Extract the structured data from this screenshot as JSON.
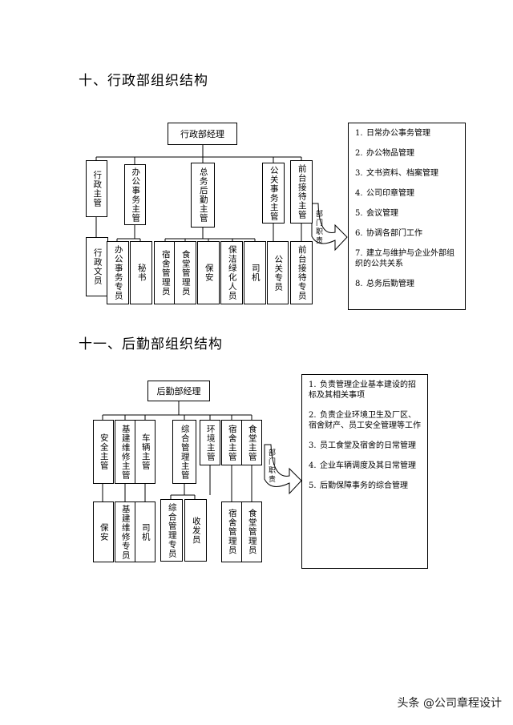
{
  "section1": {
    "heading": "十、行政部组织结构",
    "top": "行政部经理",
    "managers": [
      "行政主管",
      "办公事务主管",
      "总务后勤主管",
      "公关事务主管",
      "前台接待主管"
    ],
    "staff": [
      "行政文员",
      "办公事务专员",
      "秘书",
      "宿舍管理员",
      "食堂管理员",
      "保安",
      "保洁绿化人员",
      "司机",
      "公关专员",
      "前台接待专员"
    ],
    "arrow_label": "部门职责",
    "duties": [
      {
        "n": "1.",
        "text": "日常办公事务管理"
      },
      {
        "n": "2.",
        "text": "办公物品管理"
      },
      {
        "n": "3.",
        "text": "文书资料、档案管理"
      },
      {
        "n": "4.",
        "text": "公司印章管理"
      },
      {
        "n": "5.",
        "text": "会议管理"
      },
      {
        "n": "6.",
        "text": "协调各部门工作"
      },
      {
        "n": "7.",
        "text": "建立与维护与企业外部组织的公共关系"
      },
      {
        "n": "8.",
        "text": "总务后勤管理"
      }
    ]
  },
  "section2": {
    "heading": "十一、后勤部组织结构",
    "top": "后勤部经理",
    "managers": [
      "安全主管",
      "基建维修主管",
      "车辆主管",
      "综合管理主管",
      "环境主管",
      "宿舍主管",
      "食堂主管"
    ],
    "staff": [
      "保安",
      "基建维修专员",
      "司机",
      "综合管理专员",
      "收发员",
      "宿舍管理员",
      "食堂管理员"
    ],
    "arrow_label": "部门职责",
    "duties": [
      {
        "n": "1.",
        "text": "负责管理企业基本建设的招标及其相关事项"
      },
      {
        "n": "2.",
        "text": "负责企业环境卫生及厂区、宿舍财产、员工安全管理等工作"
      },
      {
        "n": "3.",
        "text": "员工食堂及宿舍的日常管理"
      },
      {
        "n": "4.",
        "text": "企业车辆调度及其日常管理"
      },
      {
        "n": "5.",
        "text": "后勤保障事务的综合管理"
      }
    ]
  },
  "watermark": "头条 @公司章程设计"
}
